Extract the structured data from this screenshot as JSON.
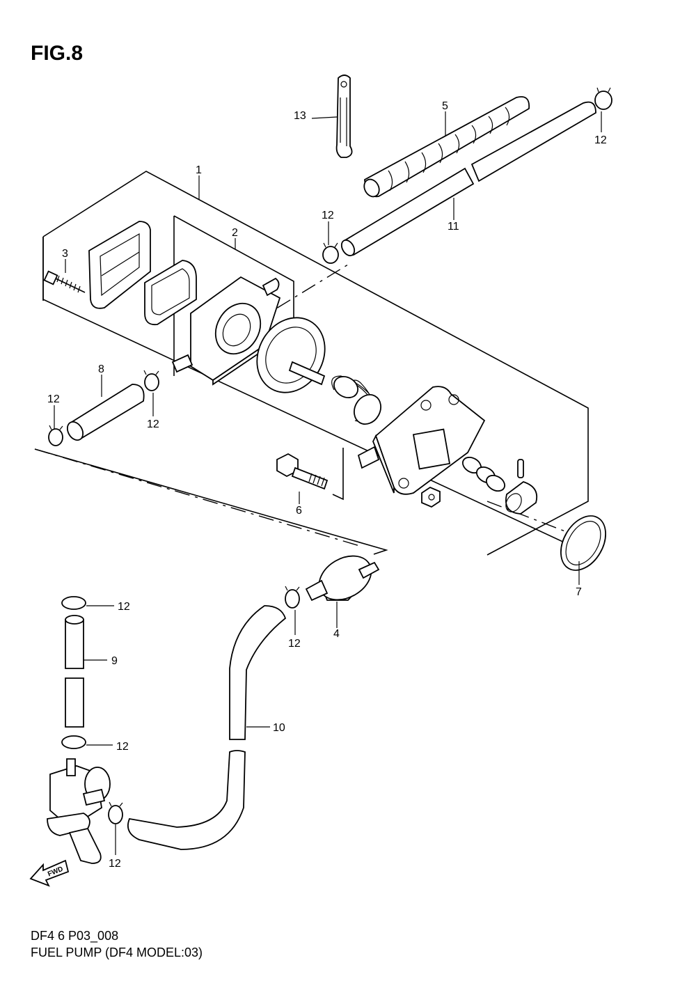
{
  "figure": {
    "title": "FIG.8",
    "code": "DF4 6 P03_008",
    "caption": "FUEL PUMP (DF4 MODEL:03)",
    "direction_mark": "FWD"
  },
  "callouts": [
    {
      "id": "c1",
      "label": "1"
    },
    {
      "id": "c2",
      "label": "2"
    },
    {
      "id": "c3",
      "label": "3"
    },
    {
      "id": "c4",
      "label": "4"
    },
    {
      "id": "c5",
      "label": "5"
    },
    {
      "id": "c6",
      "label": "6"
    },
    {
      "id": "c7",
      "label": "7"
    },
    {
      "id": "c8",
      "label": "8"
    },
    {
      "id": "c9",
      "label": "9"
    },
    {
      "id": "c10",
      "label": "10"
    },
    {
      "id": "c11",
      "label": "11"
    },
    {
      "id": "c12a",
      "label": "12"
    },
    {
      "id": "c12b",
      "label": "12"
    },
    {
      "id": "c12c",
      "label": "12"
    },
    {
      "id": "c12d",
      "label": "12"
    },
    {
      "id": "c12e",
      "label": "12"
    },
    {
      "id": "c12f",
      "label": "12"
    },
    {
      "id": "c12g",
      "label": "12"
    },
    {
      "id": "c12h",
      "label": "12"
    },
    {
      "id": "c13",
      "label": "13"
    }
  ]
}
